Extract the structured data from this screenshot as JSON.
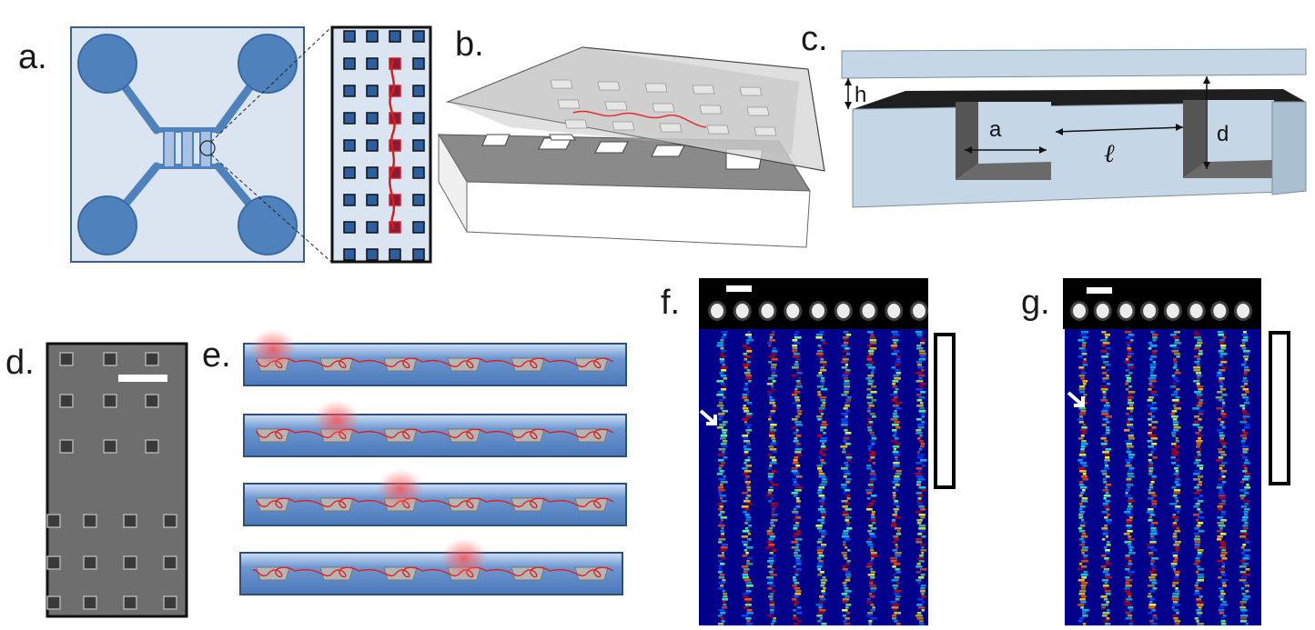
{
  "panels": {
    "a": {
      "label": "a."
    },
    "b": {
      "label": "b."
    },
    "c": {
      "label": "c.",
      "dims": {
        "h": "h",
        "a": "a",
        "l": "ℓ",
        "d": "d"
      }
    },
    "d": {
      "label": "d."
    },
    "e": {
      "label": "e."
    },
    "f": {
      "label": "f."
    },
    "g": {
      "label": "g."
    }
  },
  "colors": {
    "chip_bg": "#dbe5f2",
    "chip_blue": "#4f81bd",
    "chip_border": "#3a5f8a",
    "dna_red": "#e02020",
    "kymo_bg": "#00008b",
    "sem_bg": "#6e6e6e",
    "trough_blue": "#4f81c4"
  }
}
